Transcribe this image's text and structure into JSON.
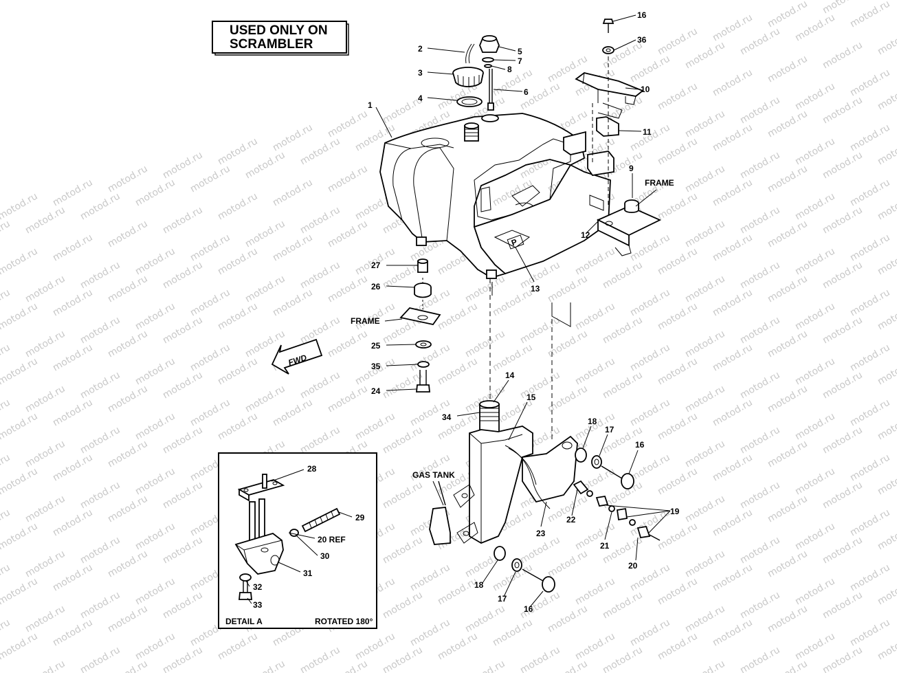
{
  "watermark": "motod.ru",
  "note_box": {
    "line1": "USED ONLY ON",
    "line2": "SCRAMBLER"
  },
  "fwd_arrow": "FWD",
  "labels": {
    "frame_top": "FRAME",
    "frame_mid": "FRAME",
    "gas_tank": "GAS TANK"
  },
  "callouts": {
    "c1": "1",
    "c2": "2",
    "c3": "3",
    "c4": "4",
    "c5": "5",
    "c6": "6",
    "c7": "7",
    "c8": "8",
    "c9": "9",
    "c10": "10",
    "c11": "11",
    "c12": "12",
    "c13": "13",
    "c14": "14",
    "c15": "15",
    "c16a": "16",
    "c36": "36",
    "c27": "27",
    "c26": "26",
    "c25": "25",
    "c35": "35",
    "c24": "24",
    "c34": "34",
    "c18a": "18",
    "c17a": "17",
    "c16b": "16",
    "c19": "19",
    "c22": "22",
    "c23": "23",
    "c21": "21",
    "c20": "20",
    "c18b": "18",
    "c17b": "17",
    "c16c": "16",
    "c28": "28",
    "c29": "29",
    "c20ref": "20  REF",
    "c30": "30",
    "c31": "31",
    "c32": "32",
    "c33": "33"
  },
  "detail": {
    "title": "DETAIL A",
    "rotation": "ROTATED 180°"
  }
}
